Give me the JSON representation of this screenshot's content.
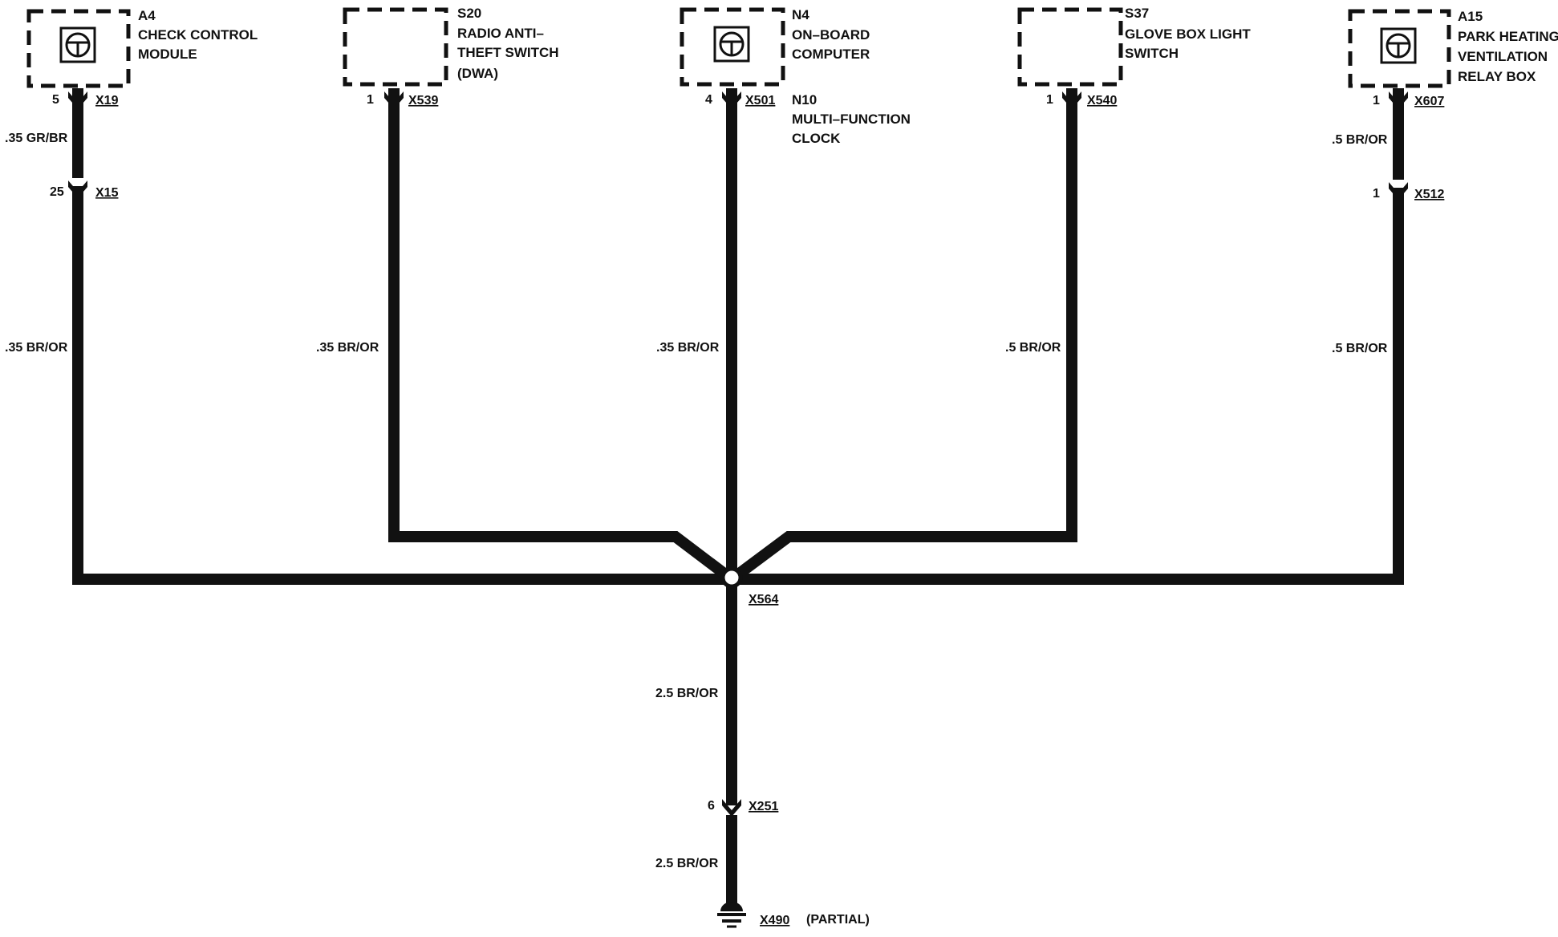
{
  "components": [
    {
      "id": "A4",
      "name_lines": [
        "CHECK CONTROL",
        "MODULE"
      ],
      "pin": "5",
      "connector": "X19",
      "has_icon": true
    },
    {
      "id": "S20",
      "name_lines": [
        "RADIO ANTI–",
        "THEFT SWITCH",
        "(DWA)"
      ],
      "pin": "1",
      "connector": "X539",
      "has_icon": false
    },
    {
      "id": "N4",
      "name_lines": [
        "ON–BOARD",
        "COMPUTER"
      ],
      "pin": "4",
      "connector": "X501",
      "has_icon": true,
      "extra_id": "N10",
      "extra_lines": [
        "MULTI–FUNCTION",
        "CLOCK"
      ]
    },
    {
      "id": "S37",
      "name_lines": [
        "GLOVE BOX LIGHT",
        "SWITCH"
      ],
      "pin": "1",
      "connector": "X540",
      "has_icon": false
    },
    {
      "id": "A15",
      "name_lines": [
        "PARK HEATING/",
        "VENTILATION",
        "RELAY BOX"
      ],
      "pin": "1",
      "connector": "X607",
      "has_icon": true
    }
  ],
  "intermediate_connectors": [
    {
      "pin": "25",
      "connector": "X15",
      "wire_above": ".35 GR/BR"
    },
    {
      "pin": "1",
      "connector": "X512",
      "wire_above": ".5 BR/OR"
    }
  ],
  "branch_wires": [
    ".35 BR/OR",
    ".35 BR/OR",
    ".35 BR/OR",
    ".5 BR/OR",
    ".5 BR/OR"
  ],
  "splice": "X564",
  "trunk": {
    "wire_upper": "2.5 BR/OR",
    "pin": "6",
    "connector": "X251",
    "wire_lower": "2.5 BR/OR"
  },
  "ground": {
    "connector": "X490",
    "note": "(PARTIAL)"
  }
}
